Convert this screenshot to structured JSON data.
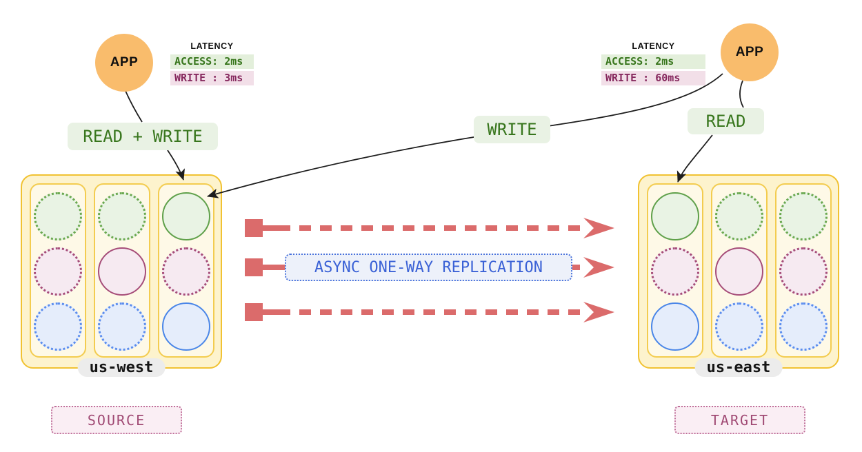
{
  "apps": {
    "left": {
      "label": "APP"
    },
    "right": {
      "label": "APP"
    }
  },
  "latency_left": {
    "title": "LATENCY",
    "access": "ACCESS: 2ms",
    "write": "WRITE : 3ms"
  },
  "latency_right": {
    "title": "LATENCY",
    "access": "ACCESS: 2ms",
    "write": "WRITE : 60ms"
  },
  "actions": {
    "read_write": "READ + WRITE",
    "write": "WRITE",
    "read": "READ"
  },
  "replication_label": "ASYNC ONE-WAY REPLICATION",
  "clusters": {
    "left": {
      "name": "us-west",
      "role": "SOURCE",
      "columns": [
        [
          "green-dotted",
          "pink-dotted",
          "blue-dotted"
        ],
        [
          "green-dotted",
          "pink-solid",
          "blue-dotted"
        ],
        [
          "green-solid",
          "pink-dotted",
          "blue-solid"
        ]
      ]
    },
    "right": {
      "name": "us-east",
      "role": "TARGET",
      "columns": [
        [
          "green-solid",
          "pink-dotted",
          "blue-solid"
        ],
        [
          "green-dotted",
          "pink-solid",
          "blue-dotted"
        ],
        [
          "green-dotted",
          "pink-dotted",
          "blue-dotted"
        ]
      ]
    }
  },
  "colors": {
    "app_circle": "#f9bc6c",
    "green_text": "#38761d",
    "green_pill_bg": "#e9f2e4",
    "latency_access_bg": "#e3efdb",
    "latency_write_bg": "#f2dfe8",
    "maroon_text": "#872a5f",
    "replication_arrow_red": "#db6b6b",
    "replication_text_blue": "#3b62d6",
    "cluster_border": "#f1c232",
    "cluster_fill": "#fdf3cd",
    "column_fill": "#fef9e7",
    "node_green": "#6aa84f",
    "node_pink": "#a64d79",
    "node_blue": "#4a86e8",
    "region_pill_bg": "#ececec",
    "connector_black": "#1d1d1d"
  }
}
